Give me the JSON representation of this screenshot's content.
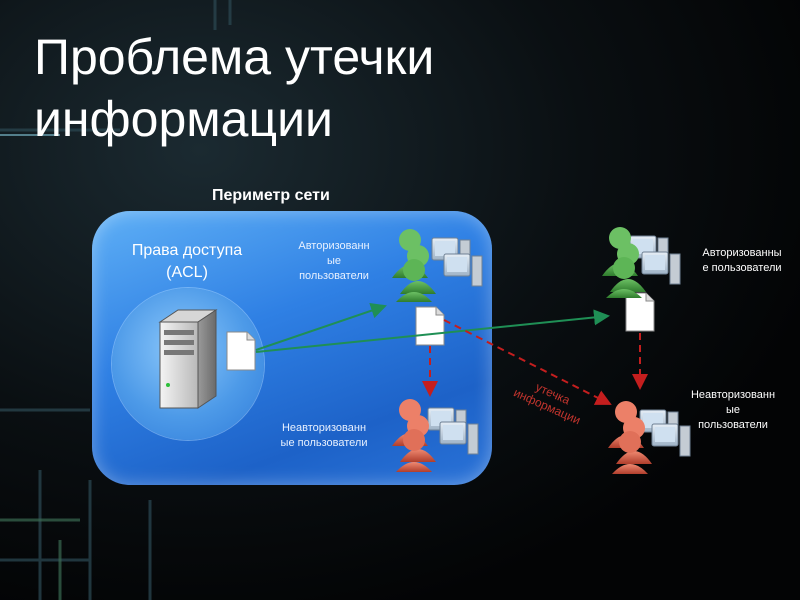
{
  "slide": {
    "title_line1": "Проблема утечки",
    "title_line2": "информации"
  },
  "diagram": {
    "perimeter_label": "Периметр сети",
    "acl_line1": "Права доступа",
    "acl_line2": "(ACL)",
    "inner_authorized_line1": "Авторизованн",
    "inner_authorized_line2": "ые",
    "inner_authorized_line3": "пользователи",
    "inner_unauthorized_line1": "Неавторизованн",
    "inner_unauthorized_line2": "ые пользователи",
    "outer_authorized_line1": "Авторизованны",
    "outer_authorized_line2": "е пользователи",
    "outer_unauthorized_line1": "Неавторизованн",
    "outer_unauthorized_line2": "ые",
    "outer_unauthorized_line3": "пользователи",
    "leak_line1": "утечка",
    "leak_line2": "информации",
    "colors": {
      "authorized_users": "#3f9a3c",
      "unauthorized_users": "#d65a46",
      "allowed_flow": "#1f8f55",
      "leak_flow": "#c41e1e",
      "perimeter_panel": "#2f80e4"
    }
  }
}
